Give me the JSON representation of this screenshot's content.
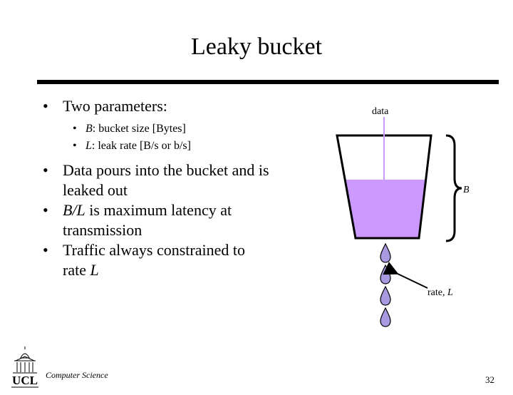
{
  "slide": {
    "title": "Leaky bucket",
    "bullets": {
      "b1": "Two parameters:",
      "b1_sub1_var": "B",
      "b1_sub1_text": ": bucket size [Bytes]",
      "b1_sub2_var": "L",
      "b1_sub2_text": ": leak rate [B/s or b/s]",
      "b2": "Data pours into the bucket and is leaked out",
      "b3_var": "B/L",
      "b3_text": " is maximum latency at transmission",
      "b4_text": "Traffic always constrained to rate ",
      "b4_var": "L"
    },
    "diagram": {
      "data_label": "data",
      "size_label": "B",
      "rate_label": "rate, ",
      "rate_var": "L",
      "fill_level": 0.57,
      "drops": 4,
      "colors": {
        "water": "#cc99ff",
        "drop": "#a999e0",
        "arrow": "#cc99ff"
      }
    },
    "footer": {
      "department": "Computer Science",
      "logo_text": "UCL",
      "page_number": "32"
    }
  }
}
